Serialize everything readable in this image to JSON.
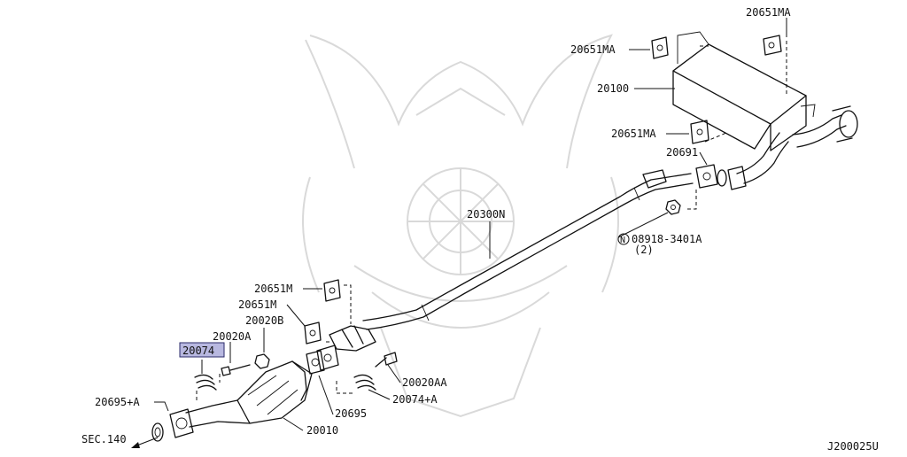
{
  "diagram": {
    "reference_code": "J200025U",
    "labels": {
      "l_20651ma_top": "20651MA",
      "l_20651ma_left": "20651MA",
      "l_20100": "20100",
      "l_20651ma_mid": "20651MA",
      "l_20691": "20691",
      "l_20300n": "20300N",
      "l_08918": "08918-3401A",
      "l_08918_qty": "(2)",
      "l_20651m_a": "20651M",
      "l_20651m_b": "20651M",
      "l_20020b": "20020B",
      "l_20020a": "20020A",
      "l_20074": "20074",
      "l_20020aa": "20020AA",
      "l_20074a": "20074+A",
      "l_20695a": "20695+A",
      "l_20695": "20695",
      "l_20010": "20010",
      "l_sec140": "SEC.140"
    },
    "nut_symbol": "N",
    "highlighted_part": "20074"
  }
}
